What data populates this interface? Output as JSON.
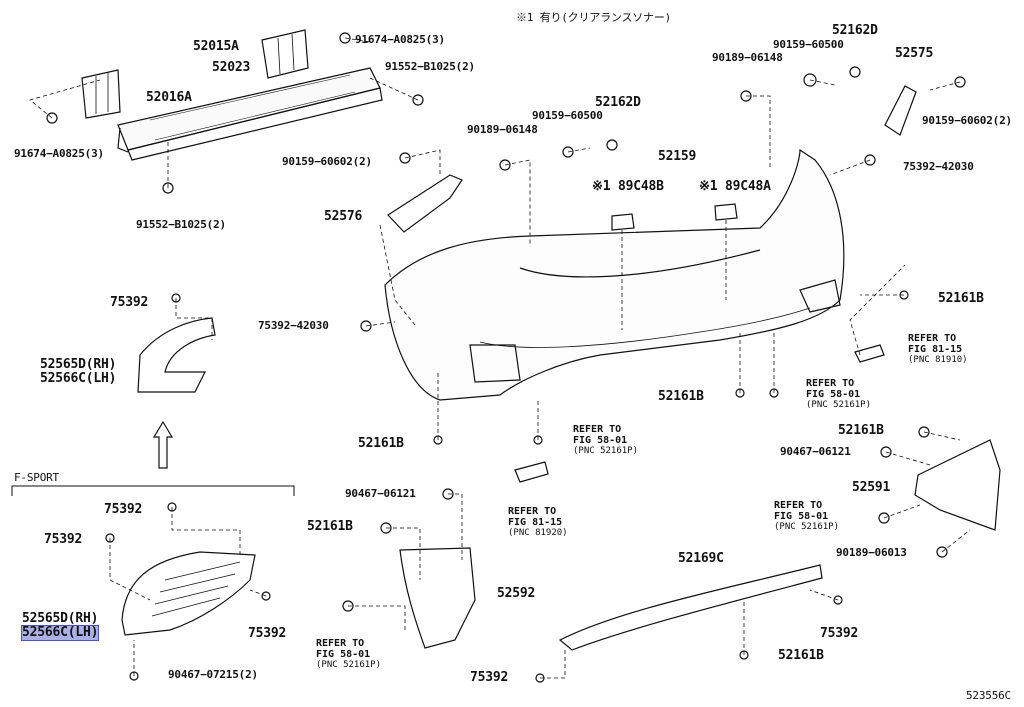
{
  "header_note": "※1 有り(クリアランスソナー)",
  "section_label": "F-SPORT",
  "diagram_id": "523556C",
  "parts": {
    "p52015A": "52015A",
    "p52023": "52023",
    "p52016A": "52016A",
    "p91674_a": "91674−A0825(3)",
    "p91674_b": "91674−A0825(3)",
    "p91552_a": "91552−B1025(2)",
    "p91552_b": "91552−B1025(2)",
    "p90159_60602_a": "90159−60602(2)",
    "p52576": "52576",
    "p75392_42030_a": "75392−42030",
    "p90189_06148_a": "90189−06148",
    "p90159_60500_a": "90159−60500",
    "p52162D_a": "52162D",
    "p52159": "52159",
    "p89C48B": "※1 89C48B",
    "p89C48A": "※1 89C48A",
    "p90189_06148_b": "90189−06148",
    "p90159_60500_b": "90159−60500",
    "p52162D_b": "52162D",
    "p52575": "52575",
    "p90159_60602_b": "90159−60602(2)",
    "p75392_42030_b": "75392−42030",
    "p52161B_a": "52161B",
    "p52161B_b": "52161B",
    "p52161B_c": "52161B",
    "p52161B_d": "52161B",
    "p52161B_e": "52161B",
    "p52161B_f": "52161B",
    "p75392_a": "75392",
    "p52565D_a": "52565D(RH)",
    "p52566C_a": "52566C(LH)",
    "p75392_b": "75392",
    "p75392_c": "75392",
    "p75392_d": "75392",
    "p52565D_b": "52565D(RH)",
    "p52566C_b": "52566C(LH)",
    "p90467_07215": "90467−07215(2)",
    "p90467_06121_a": "90467−06121",
    "p52592": "52592",
    "p52169C": "52169C",
    "p75392_e": "75392",
    "p75392_f": "75392",
    "p90467_06121_b": "90467−06121",
    "p52591": "52591",
    "p90189_06013": "90189−06013"
  },
  "refs": [
    {
      "l1": "REFER TO",
      "l2": "FIG 81-15",
      "l3": "(PNC 81910)"
    },
    {
      "l1": "REFER TO",
      "l2": "FIG 58-01",
      "l3": "(PNC 52161P)"
    },
    {
      "l1": "REFER TO",
      "l2": "FIG 58-01",
      "l3": "(PNC 52161P)"
    },
    {
      "l1": "REFER TO",
      "l2": "FIG 81-15",
      "l3": "(PNC 81920)"
    },
    {
      "l1": "REFER TO",
      "l2": "FIG 58-01",
      "l3": "(PNC 52161P)"
    },
    {
      "l1": "REFER TO",
      "l2": "FIG 58-01",
      "l3": "(PNC 52161P)"
    }
  ],
  "highlighted_part": "52566C(LH)"
}
